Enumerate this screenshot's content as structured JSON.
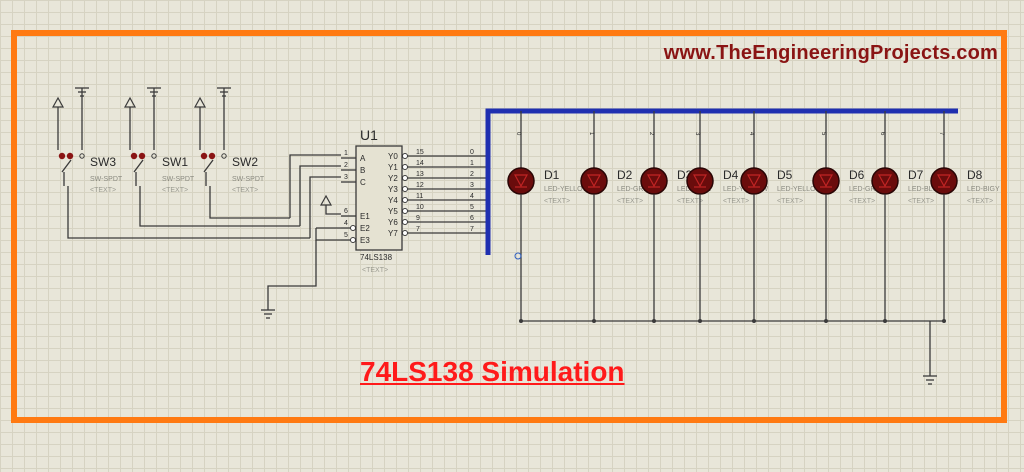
{
  "watermark": "www.TheEngineeringProjects.com",
  "caption": "74LS138 Simulation",
  "chip": {
    "ref": "U1",
    "part": "74LS138",
    "text_tag": "<TEXT>",
    "inputs": [
      {
        "name": "A",
        "pin": "1"
      },
      {
        "name": "B",
        "pin": "2"
      },
      {
        "name": "C",
        "pin": "3"
      },
      {
        "name": "E1",
        "pin": "6"
      },
      {
        "name": "E2",
        "pin": "4"
      },
      {
        "name": "E3",
        "pin": "5"
      }
    ],
    "outputs": [
      {
        "name": "Y0",
        "pin": "15",
        "bus": "0"
      },
      {
        "name": "Y1",
        "pin": "14",
        "bus": "1"
      },
      {
        "name": "Y2",
        "pin": "13",
        "bus": "2"
      },
      {
        "name": "Y3",
        "pin": "12",
        "bus": "3"
      },
      {
        "name": "Y4",
        "pin": "11",
        "bus": "4"
      },
      {
        "name": "Y5",
        "pin": "10",
        "bus": "5"
      },
      {
        "name": "Y6",
        "pin": "9",
        "bus": "6"
      },
      {
        "name": "Y7",
        "pin": "7",
        "bus": "7"
      }
    ]
  },
  "switches": [
    {
      "ref": "SW3",
      "type": "SW-SPDT",
      "tag": "<TEXT>"
    },
    {
      "ref": "SW1",
      "type": "SW-SPDT",
      "tag": "<TEXT>"
    },
    {
      "ref": "SW2",
      "type": "SW-SPDT",
      "tag": "<TEXT>"
    }
  ],
  "leds": [
    {
      "ref": "D1",
      "type": "LED-YELLOW",
      "tag": "<TEXT>",
      "net": "0"
    },
    {
      "ref": "D2",
      "type": "LED-GREEN",
      "tag": "<TEXT>",
      "net": "1"
    },
    {
      "ref": "D3",
      "type": "LED-BLUE",
      "tag": "<TEXT>",
      "net": "2"
    },
    {
      "ref": "D4",
      "type": "LED-YELLOW",
      "tag": "<TEXT>",
      "net": "3"
    },
    {
      "ref": "D5",
      "type": "LED-YELLOW",
      "tag": "<TEXT>",
      "net": "4"
    },
    {
      "ref": "D6",
      "type": "LED-GREEN",
      "tag": "<TEXT>",
      "net": "5"
    },
    {
      "ref": "D7",
      "type": "LED-BLUE",
      "tag": "<TEXT>",
      "net": "6"
    },
    {
      "ref": "D8",
      "type": "LED-BIGY",
      "tag": "<TEXT>",
      "net": "7"
    }
  ],
  "colors": {
    "frame": "#ff7a12",
    "bus": "#1f2fb0",
    "wire": "#3a3a3a",
    "led_body": "#6a0c0c",
    "pin_dot": "#8a1414",
    "chip_fill": "#e5e2d2",
    "label": "#2a2a2a",
    "caption": "#ff1a1a",
    "watermark": "#8a1414"
  }
}
